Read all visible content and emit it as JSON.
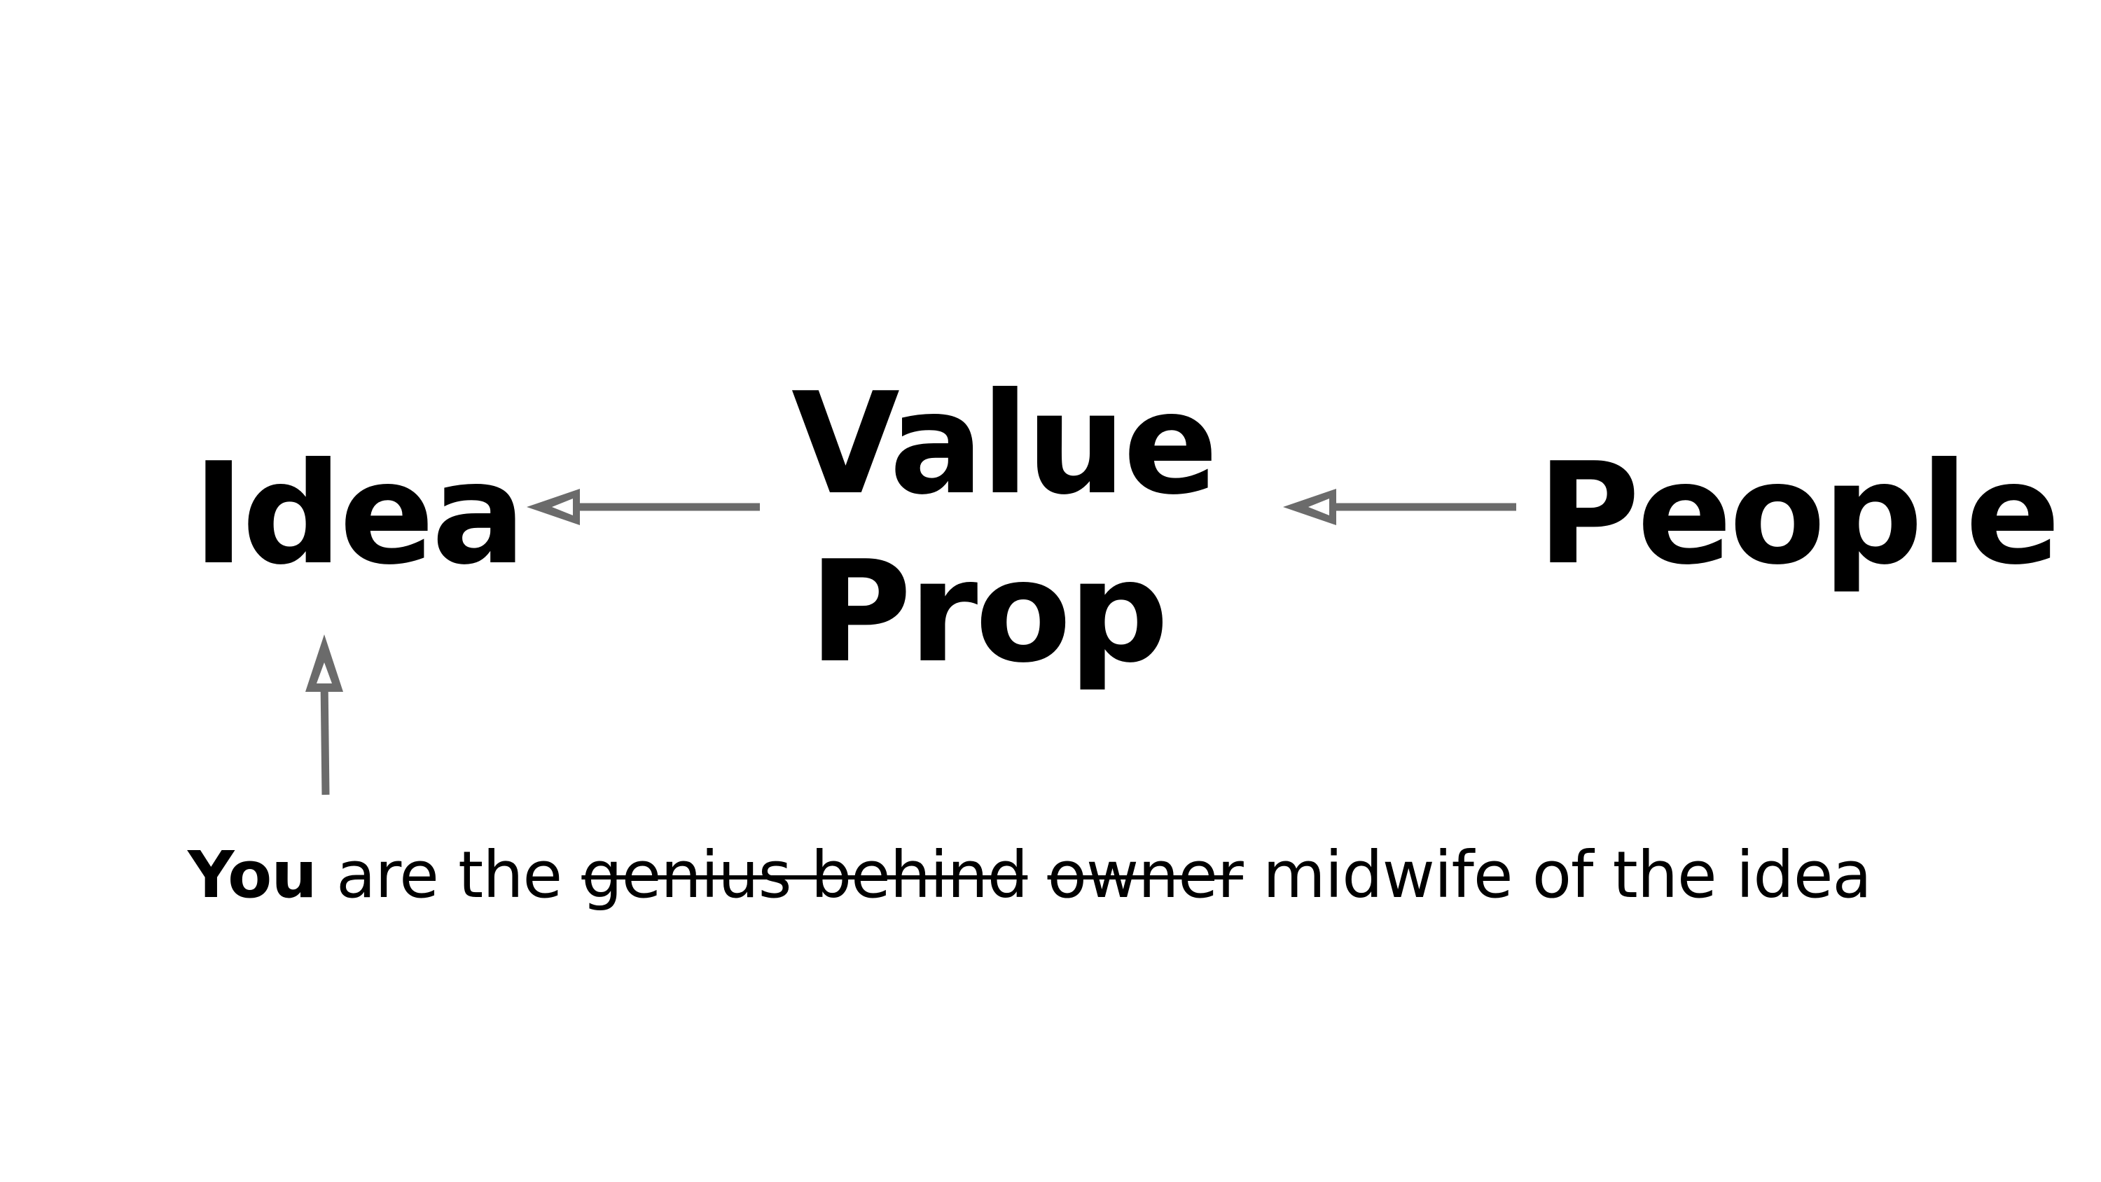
{
  "nodes": {
    "idea": "Idea",
    "value_prop_line1": "Value",
    "value_prop_line2": "Prop",
    "people": "People"
  },
  "caption": {
    "subject": "You",
    "lead": "are the",
    "struck_1": "genius behind",
    "struck_2": "owner",
    "tail": "midwife of the idea"
  },
  "colors": {
    "arrow": "#6b6b6b",
    "text": "#000000",
    "background": "#ffffff"
  }
}
